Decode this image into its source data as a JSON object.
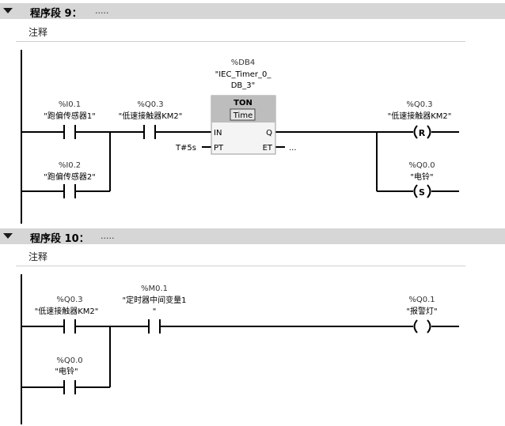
{
  "network9": {
    "title": "程序段 9：",
    "dots": ".....",
    "comment": "注释",
    "contact1": {
      "address": "%I0.1",
      "symbol": "\"跑偏传感器1\""
    },
    "contact2": {
      "address": "%Q0.3",
      "symbol": "\"低速接触器KM2\""
    },
    "contact3": {
      "address": "%I0.2",
      "symbol": "\"跑偏传感器2\""
    },
    "timer": {
      "db": "%DB4",
      "instance_line1": "\"IEC_Timer_0_",
      "instance_line2": "DB_3\"",
      "type": "TON",
      "time_type": "Time",
      "pin_in": "IN",
      "pin_q": "Q",
      "pin_pt": "PT",
      "pin_et": "ET",
      "pt_value": "T#5s",
      "et_value": "..."
    },
    "coil1": {
      "address": "%Q0.3",
      "symbol": "\"低速接触器KM2\"",
      "letter": "R"
    },
    "coil2": {
      "address": "%Q0.0",
      "symbol": "\"电铃\"",
      "letter": "S"
    }
  },
  "network10": {
    "title": "程序段 10：",
    "dots": ".....",
    "comment": "注释",
    "contact1": {
      "address": "%Q0.3",
      "symbol": "\"低速接触器KM2\""
    },
    "contact2": {
      "address": "%M0.1",
      "symbol": "\"定时器中间变量1",
      "symbol_tail": "\""
    },
    "contact3": {
      "address": "%Q0.0",
      "symbol": "\"电铃\""
    },
    "coil1": {
      "address": "%Q0.1",
      "symbol": "\"报警灯\""
    }
  }
}
